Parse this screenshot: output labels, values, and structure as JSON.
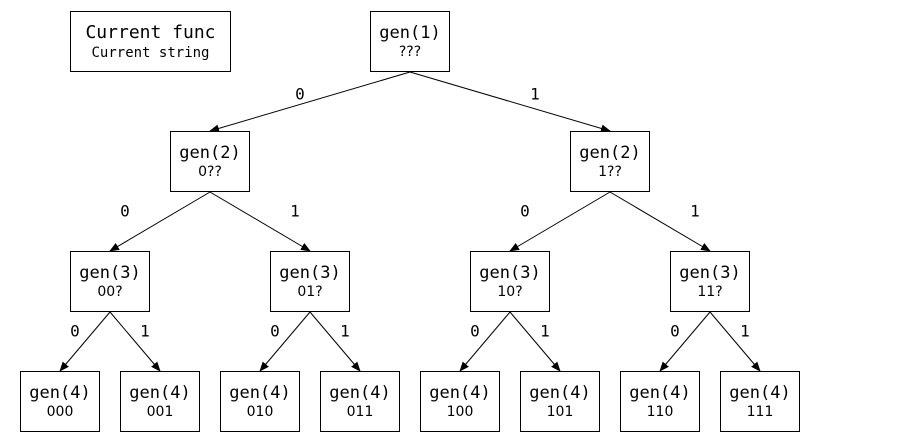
{
  "legend": {
    "func": "Current func",
    "string": "Current string"
  },
  "nodes": [
    {
      "id": "root",
      "func": "gen(1)",
      "str": "???"
    },
    {
      "id": "l2a",
      "func": "gen(2)",
      "str": "0??"
    },
    {
      "id": "l2b",
      "func": "gen(2)",
      "str": "1??"
    },
    {
      "id": "l3a",
      "func": "gen(3)",
      "str": "00?"
    },
    {
      "id": "l3b",
      "func": "gen(3)",
      "str": "01?"
    },
    {
      "id": "l3c",
      "func": "gen(3)",
      "str": "10?"
    },
    {
      "id": "l3d",
      "func": "gen(3)",
      "str": "11?"
    },
    {
      "id": "l4a",
      "func": "gen(4)",
      "str": "000"
    },
    {
      "id": "l4b",
      "func": "gen(4)",
      "str": "001"
    },
    {
      "id": "l4c",
      "func": "gen(4)",
      "str": "010"
    },
    {
      "id": "l4d",
      "func": "gen(4)",
      "str": "011"
    },
    {
      "id": "l4e",
      "func": "gen(4)",
      "str": "100"
    },
    {
      "id": "l4f",
      "func": "gen(4)",
      "str": "101"
    },
    {
      "id": "l4g",
      "func": "gen(4)",
      "str": "110"
    },
    {
      "id": "l4h",
      "func": "gen(4)",
      "str": "111"
    }
  ],
  "edges": [
    {
      "from": "root",
      "to": "l2a",
      "label": "0"
    },
    {
      "from": "root",
      "to": "l2b",
      "label": "1"
    },
    {
      "from": "l2a",
      "to": "l3a",
      "label": "0"
    },
    {
      "from": "l2a",
      "to": "l3b",
      "label": "1"
    },
    {
      "from": "l2b",
      "to": "l3c",
      "label": "0"
    },
    {
      "from": "l2b",
      "to": "l3d",
      "label": "1"
    },
    {
      "from": "l3a",
      "to": "l4a",
      "label": "0"
    },
    {
      "from": "l3a",
      "to": "l4b",
      "label": "1"
    },
    {
      "from": "l3b",
      "to": "l4c",
      "label": "0"
    },
    {
      "from": "l3b",
      "to": "l4d",
      "label": "1"
    },
    {
      "from": "l3c",
      "to": "l4e",
      "label": "0"
    },
    {
      "from": "l3c",
      "to": "l4f",
      "label": "1"
    },
    {
      "from": "l3d",
      "to": "l4g",
      "label": "0"
    },
    {
      "from": "l3d",
      "to": "l4h",
      "label": "1"
    }
  ]
}
